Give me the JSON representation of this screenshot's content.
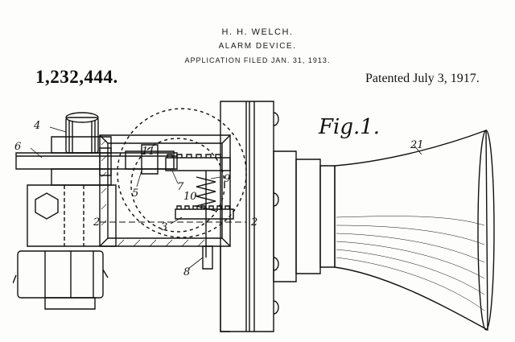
{
  "header": {
    "inventor": "H. H. WELCH.",
    "title": "ALARM DEVICE.",
    "filed": "APPLICATION FILED JAN. 31, 1913."
  },
  "patent": {
    "number": "1,232,444.",
    "date": "Patented July 3, 1917."
  },
  "figure": {
    "label": "Fig.1.",
    "references": [
      "4",
      "6",
      "11",
      "5",
      "7",
      "9",
      "10",
      "2",
      "3",
      "2",
      "8",
      "21"
    ]
  }
}
